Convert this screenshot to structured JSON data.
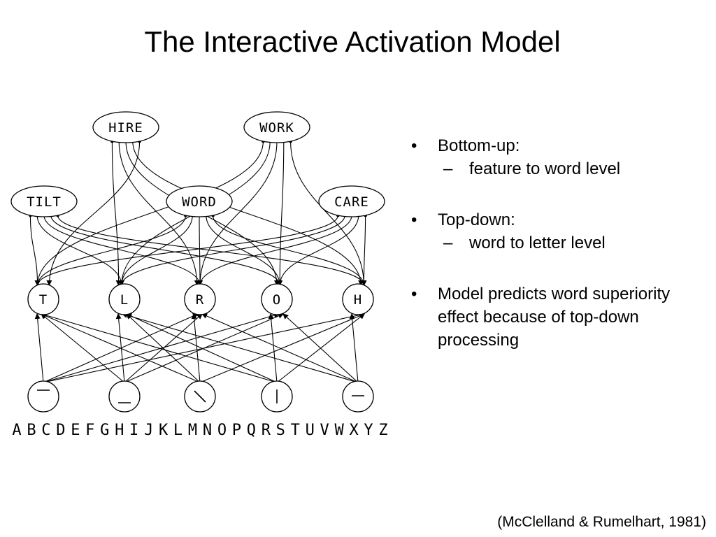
{
  "slide": {
    "title": "The Interactive Activation Model",
    "citation": "(McClelland & Rumelhart, 1981)"
  },
  "diagram": {
    "word_level": {
      "top_words": [
        "HIRE",
        "WORK"
      ],
      "middle_words": [
        "TILT",
        "WORD",
        "CARE"
      ]
    },
    "letter_level": [
      "T",
      "L",
      "R",
      "O",
      "H"
    ],
    "feature_level": [
      "top-bar",
      "bottom-bar",
      "diagonal-stroke",
      "vertical-stroke",
      "middle-bar"
    ],
    "alphabet": [
      "A",
      "B",
      "C",
      "D",
      "E",
      "F",
      "G",
      "H",
      "I",
      "J",
      "K",
      "L",
      "M",
      "N",
      "O",
      "P",
      "Q",
      "R",
      "S",
      "T",
      "U",
      "V",
      "W",
      "X",
      "Y",
      "Z"
    ],
    "edges": {
      "word_letter": [
        [
          "HIRE",
          "L"
        ],
        [
          "HIRE",
          "R"
        ],
        [
          "HIRE",
          "O"
        ],
        [
          "HIRE",
          "H"
        ],
        [
          "HIRE",
          "T"
        ],
        [
          "WORK",
          "T"
        ],
        [
          "WORK",
          "L"
        ],
        [
          "WORK",
          "R"
        ],
        [
          "WORK",
          "O"
        ],
        [
          "WORK",
          "H"
        ],
        [
          "TILT",
          "T"
        ],
        [
          "TILT",
          "L"
        ],
        [
          "TILT",
          "R"
        ],
        [
          "TILT",
          "O"
        ],
        [
          "TILT",
          "H"
        ],
        [
          "WORD",
          "T"
        ],
        [
          "WORD",
          "L"
        ],
        [
          "WORD",
          "R"
        ],
        [
          "WORD",
          "O"
        ],
        [
          "WORD",
          "H"
        ],
        [
          "CARE",
          "T"
        ],
        [
          "CARE",
          "L"
        ],
        [
          "CARE",
          "R"
        ],
        [
          "CARE",
          "O"
        ],
        [
          "CARE",
          "H"
        ]
      ],
      "feature_letter": [
        [
          0,
          0
        ],
        [
          0,
          2
        ],
        [
          0,
          3
        ],
        [
          0,
          4
        ],
        [
          1,
          1
        ],
        [
          1,
          0
        ],
        [
          1,
          2
        ],
        [
          1,
          3
        ],
        [
          2,
          2
        ],
        [
          2,
          0
        ],
        [
          2,
          1
        ],
        [
          2,
          4
        ],
        [
          3,
          3
        ],
        [
          3,
          0
        ],
        [
          3,
          1
        ],
        [
          3,
          4
        ],
        [
          4,
          4
        ],
        [
          4,
          1
        ],
        [
          4,
          2
        ],
        [
          4,
          3
        ]
      ]
    }
  },
  "bullets": [
    {
      "text": "Bottom-up:",
      "sub": [
        "feature to word level"
      ]
    },
    {
      "text": "Top-down:",
      "sub": [
        "word to letter level"
      ]
    },
    {
      "text": "Model predicts word superiority effect because of top-down processing",
      "sub": []
    }
  ],
  "markers": {
    "bullet": "•",
    "sub": "–"
  }
}
